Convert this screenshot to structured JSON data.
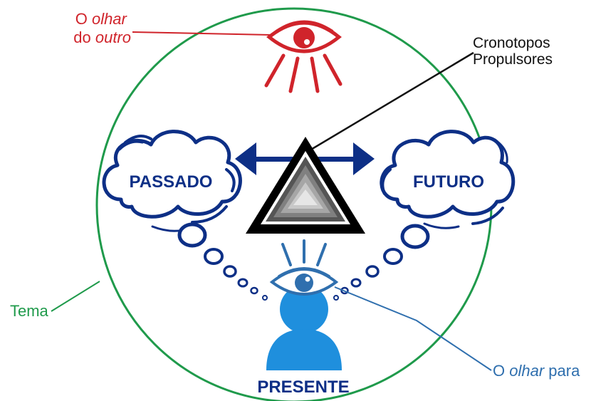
{
  "annotations": {
    "olhar_do_outro": {
      "line1_plain": "O ",
      "line1_italic": "olhar",
      "line2_plain": "do ",
      "line2_italic": "outro",
      "color": "#d0242b"
    },
    "cronotopos": {
      "line1": "Cronotopos",
      "line2": "Propulsores",
      "color": "#111111"
    },
    "tema": {
      "label": "Tema",
      "color": "#1f9a4b"
    },
    "olhar_para": {
      "plain1": "O ",
      "italic": "olhar",
      "plain2": " para",
      "color": "#2f6fae"
    }
  },
  "nodes": {
    "passado": "PASSADO",
    "futuro": "FUTURO",
    "presente": "PRESENTE"
  },
  "colors": {
    "navy": "#0d2f86",
    "person_blue": "#1f8fdd",
    "circle_green": "#1f9a4b",
    "eye_red": "#d0242b",
    "eye_blue": "#2f6fae"
  },
  "icons": {
    "red_eye": "eye-icon",
    "blue_eye": "eye-icon",
    "person": "person-icon",
    "triangle": "triangle-icon",
    "arrow": "double-arrow-icon"
  }
}
